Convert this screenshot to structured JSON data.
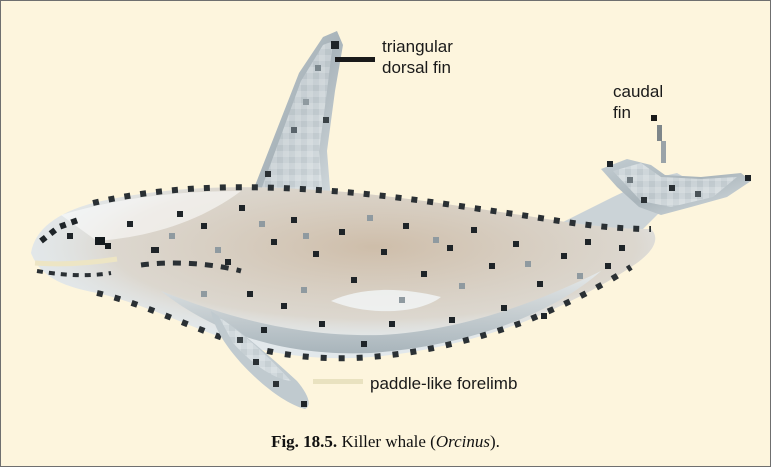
{
  "labels": {
    "dorsal_fin": [
      "triangular",
      "dorsal fin"
    ],
    "caudal_fin": [
      "caudal",
      "fin"
    ],
    "forelimb": "paddle-like forelimb"
  },
  "caption": {
    "number": "Fig. 18.5.",
    "text_before": " Killer whale (",
    "genus": "Orcinus",
    "text_after": ")."
  },
  "colors": {
    "background": "#fdf5dd",
    "border": "#6f6f6f",
    "whale_light": "#e6ecef",
    "whale_mid": "#b9c3c8",
    "whale_tan": "#c9b9a6",
    "whale_dark": "#1e2428",
    "leader_dark": "#1a1a1a",
    "leader_light": "#e9e2c0"
  }
}
